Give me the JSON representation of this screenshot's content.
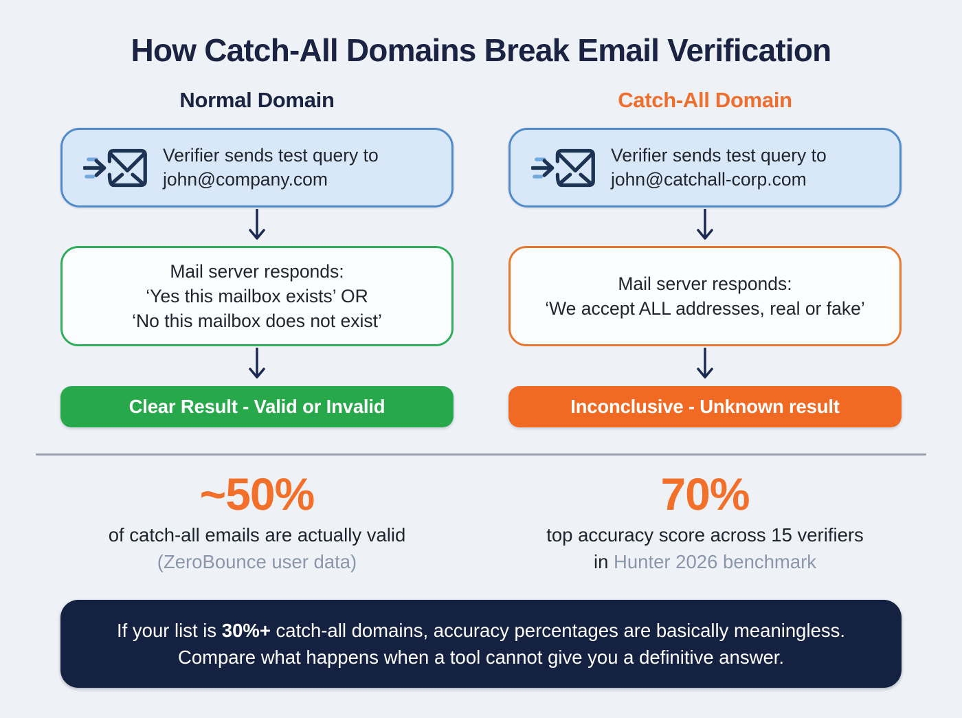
{
  "title": "How Catch-All Domains Break Email Verification",
  "columns": {
    "normal": {
      "header": "Normal Domain",
      "query_box": {
        "line1": "Verifier sends test query to",
        "line2": "john@company.com"
      },
      "response_box": {
        "lines": [
          "Mail server responds:",
          "‘Yes this mailbox exists’ OR",
          "‘No this mailbox does not exist’"
        ]
      },
      "result": "Clear Result - Valid or Invalid"
    },
    "catchall": {
      "header": "Catch-All Domain",
      "query_box": {
        "line1": "Verifier sends test query to",
        "line2": "john@catchall-corp.com"
      },
      "response_box": {
        "lines": [
          "Mail server responds:",
          "‘We accept ALL addresses, real or fake’"
        ]
      },
      "result": "Inconclusive - Unknown result"
    }
  },
  "stats": {
    "left": {
      "value": "~50%",
      "line1": "of catch-all emails are actually valid",
      "line2": "(ZeroBounce user data)"
    },
    "right": {
      "value": "70%",
      "line1": "top accuracy score across 15 verifiers",
      "line2_prefix": "in ",
      "line2_highlight": "Hunter 2026 benchmark"
    }
  },
  "footer": {
    "line1_prefix": "If your list is ",
    "line1_bold": "30%+",
    "line1_suffix": " catch-all domains, accuracy percentages are basically meaningless.",
    "line2": "Compare what happens when a tool cannot give you a definitive answer."
  },
  "icons": {
    "query": "email-send-icon",
    "arrow": "arrow-down-icon"
  },
  "colors": {
    "background": "#eef1f6",
    "navy_text": "#1a2342",
    "accent_orange": "#ee6f2d",
    "pill_orange": "#f16a24",
    "pill_green": "#27a94b",
    "border_green": "#2fad5a",
    "border_orange": "#e8772f",
    "query_box_fill": "#d9e8f8",
    "query_box_border": "#4f8ac9",
    "muted_gray": "#8b96ab",
    "footer_navy": "#152140"
  }
}
